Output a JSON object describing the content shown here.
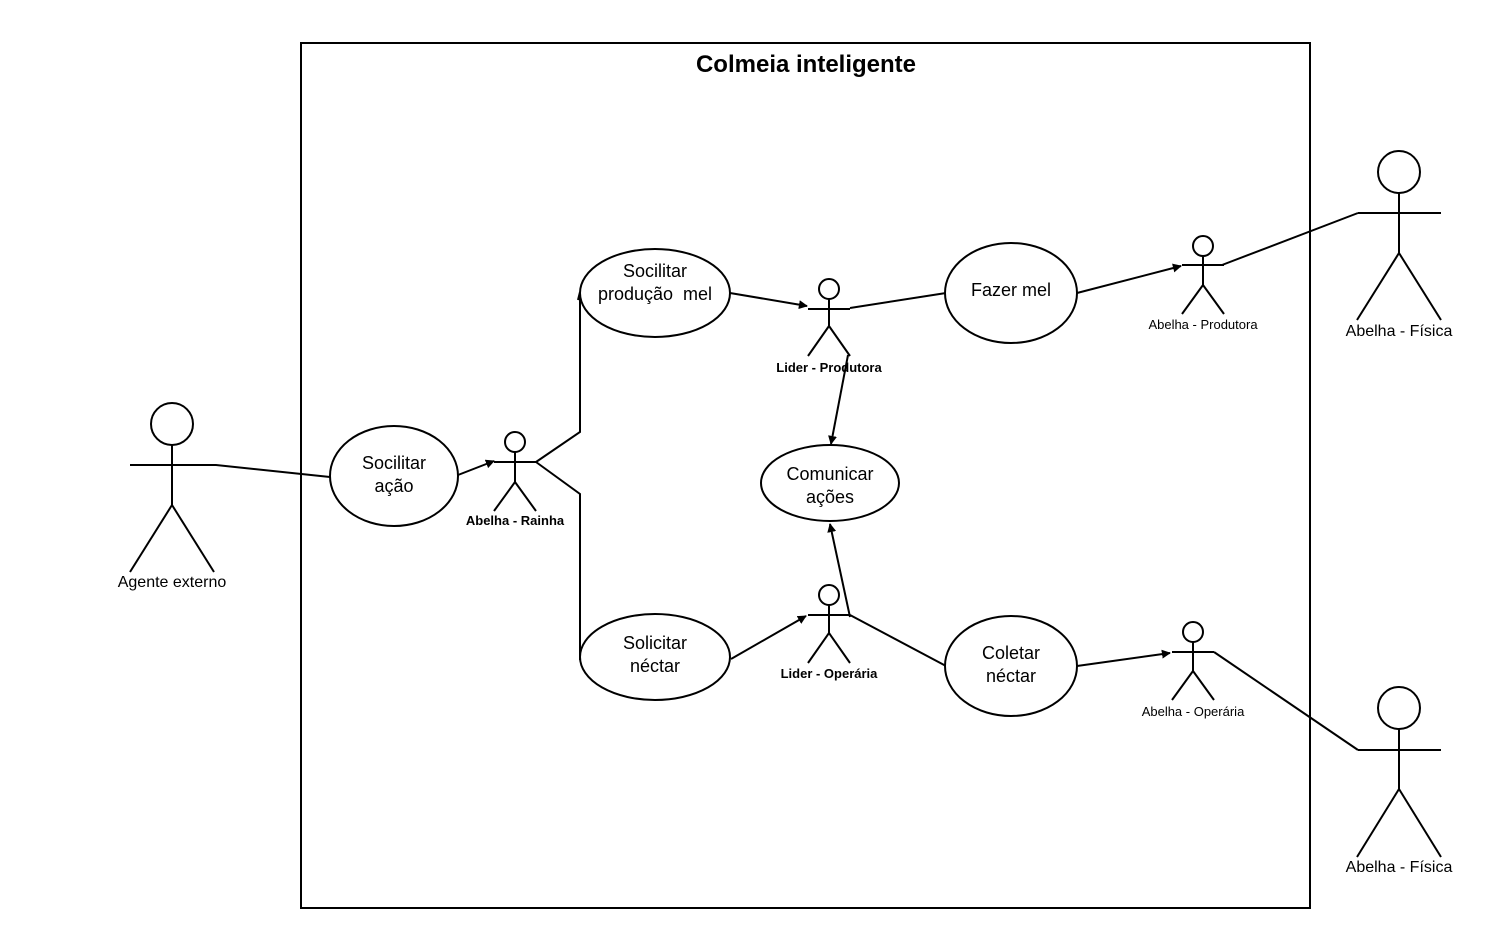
{
  "diagram": {
    "system_title": "Colmeia inteligente",
    "actors": {
      "agente_externo": "Agente externo",
      "abelha_rainha": "Abelha - Rainha",
      "lider_produtora": "Lider - Produtora",
      "lider_operaria": "Lider - Operária",
      "abelha_produtora": "Abelha - Produtora",
      "abelha_operaria": "Abelha - Operária",
      "abelha_fisica_top": "Abelha - Física",
      "abelha_fisica_bottom": "Abelha - Física"
    },
    "use_cases": {
      "socilitar_acao": [
        "Socilitar",
        "ação"
      ],
      "socilitar_producao_mel": [
        "Socilitar",
        "produção  mel"
      ],
      "solicitar_nectar": [
        "Solicitar",
        "néctar"
      ],
      "fazer_mel": [
        "Fazer mel"
      ],
      "comunicar_acoes": [
        "Comunicar",
        "ações"
      ],
      "coletar_nectar": [
        "Coletar",
        "néctar"
      ]
    }
  }
}
